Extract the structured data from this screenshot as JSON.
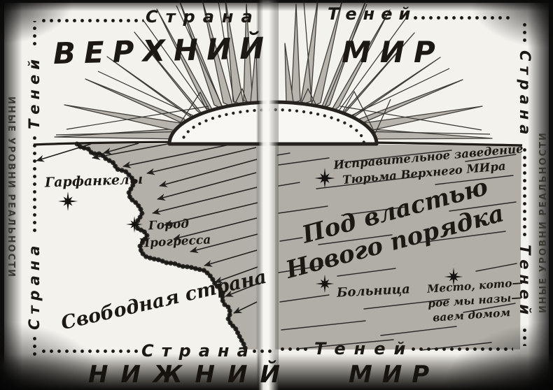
{
  "spread": {
    "border": {
      "strana": "Страна",
      "tenei": "Теней",
      "side_band": "ИНЫЕ УРОВНИ РЕАЛЬНОСТИ"
    },
    "titles": {
      "upper_left": "ВЕРХНИЙ",
      "upper_right": "МИР",
      "lower_left": "НИЖНИЙ",
      "lower_right": "МИР"
    },
    "map_labels": {
      "garfunkels": "Гарфанкелы",
      "city_line1": "Город",
      "city_line2": "Прогресса",
      "free_country": "Свободная страна",
      "prison_line1": "Исправительное заведение",
      "prison_line2": "Тюрьма Верхнего МИра",
      "regime_line1": "Под властью",
      "regime_line2": "Нового порядка",
      "hospital": "Больница",
      "home_line1": "Место, кото—",
      "home_line2": "рое мы назы—",
      "home_line3": "ваем домом"
    },
    "colors": {
      "ink": "#1c1915",
      "land_gray": "#b3b0a9",
      "paper": "#f4f2ed",
      "outer_dark": "#0d0d0c"
    }
  }
}
